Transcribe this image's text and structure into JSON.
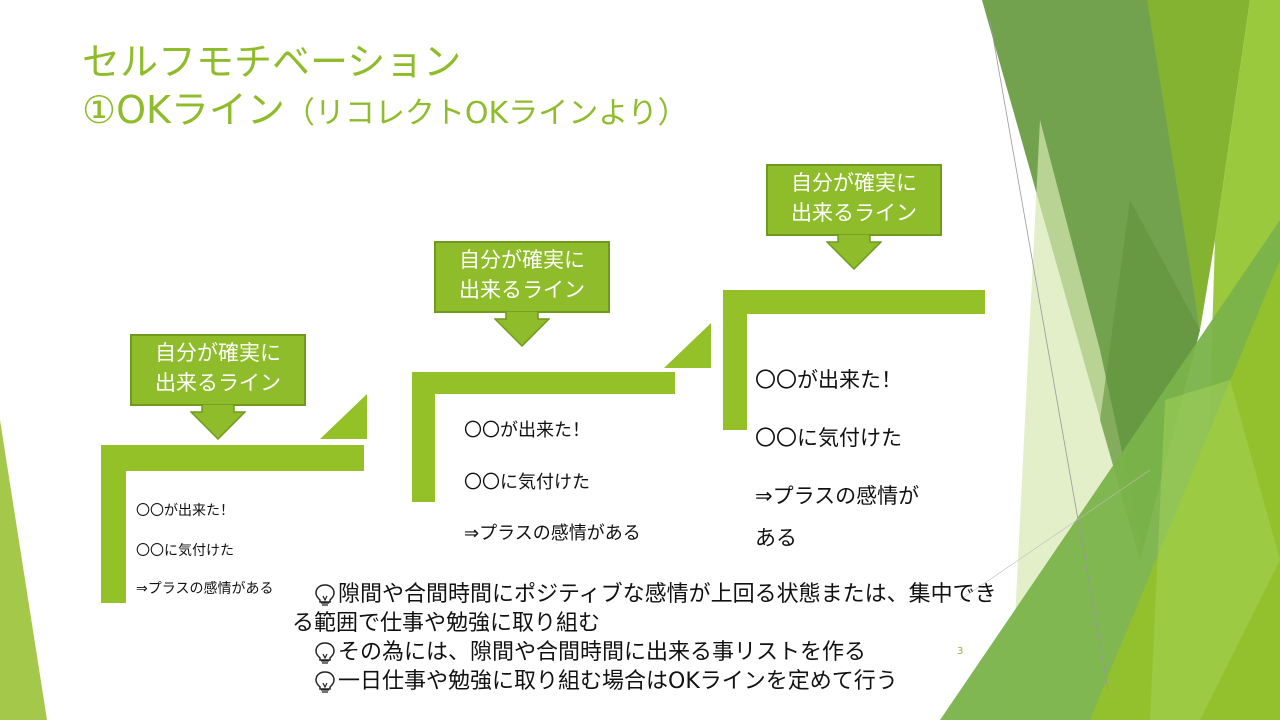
{
  "slide": {
    "title_line1": "セルフモチベーション",
    "title_line2_main": "①OKライン",
    "title_line2_sub": "（リコレクトOKラインより）",
    "page_number": "3"
  },
  "colors": {
    "accent": "#8fbc2a",
    "bar": "#93c127",
    "callout_border": "#6f9a1e",
    "text": "#111111"
  },
  "steps": [
    {
      "callout_line1": "自分が確実に",
      "callout_line2": "出来るライン",
      "items": [
        "〇〇が出来た！",
        "〇〇に気付けた",
        "⇒プラスの感情がある"
      ]
    },
    {
      "callout_line1": "自分が確実に",
      "callout_line2": "出来るライン",
      "items": [
        "〇〇が出来た！",
        "〇〇に気付けた",
        "⇒プラスの感情がある"
      ]
    },
    {
      "callout_line1": "自分が確実に",
      "callout_line2": "出来るライン",
      "items": [
        "〇〇が出来た！",
        "〇〇に気付けた",
        "⇒プラスの感情が",
        "ある"
      ]
    }
  ],
  "bullets": [
    {
      "icon": "lightbulb-icon",
      "line1": "隙間や合間時間にポジティブな感情が上回る状態または、集中でき",
      "line2": "る範囲で仕事や勉強に取り組む"
    },
    {
      "icon": "lightbulb-icon",
      "line1": "その為には、隙間や合間時間に出来る事リストを作る"
    },
    {
      "icon": "lightbulb-icon",
      "line1": "一日仕事や勉強に取り組む場合はOKラインを定めて行う"
    }
  ]
}
